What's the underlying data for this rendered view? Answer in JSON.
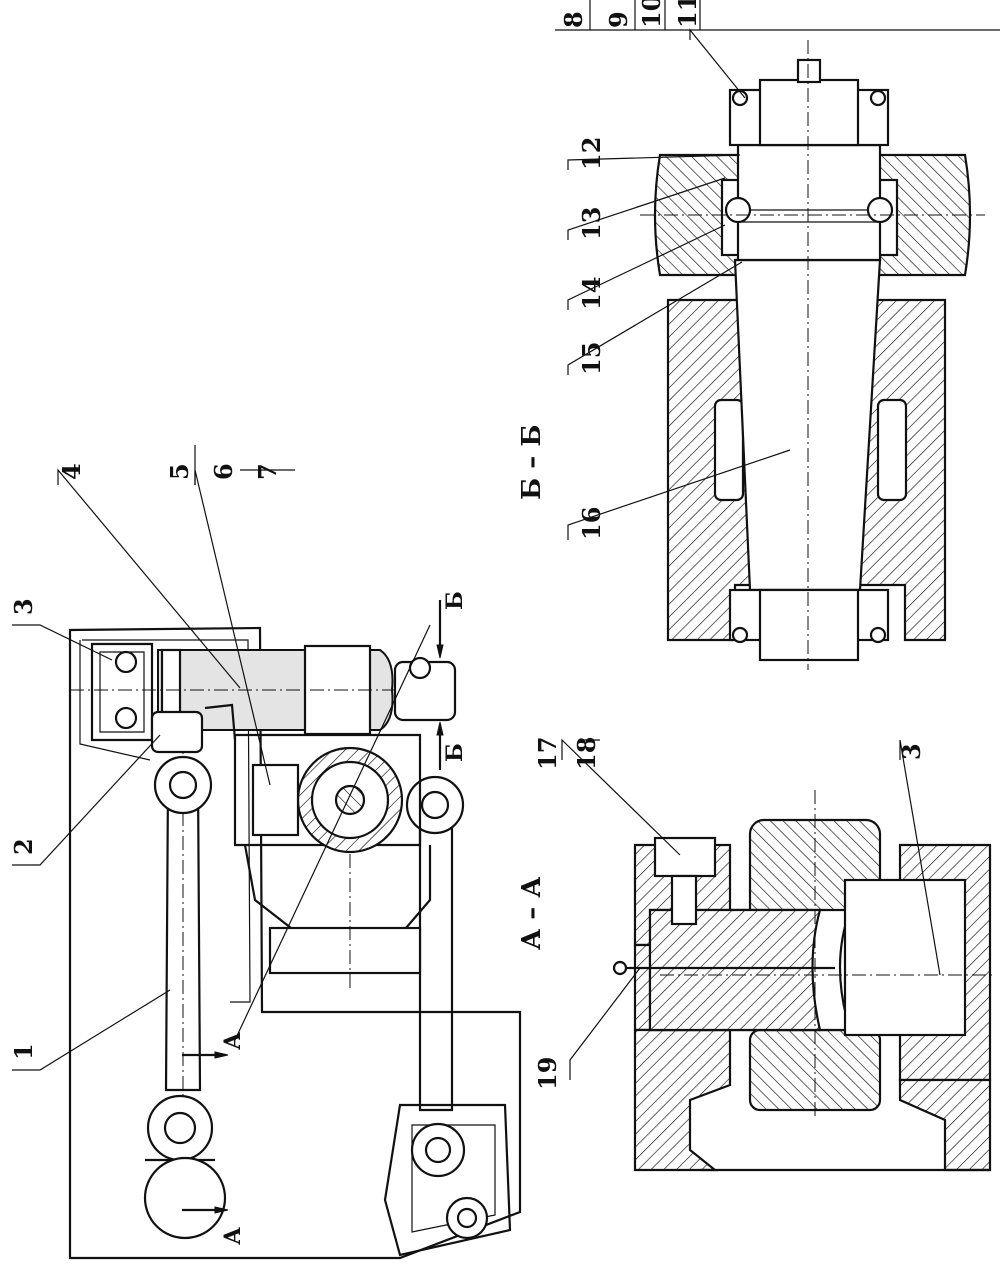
{
  "views": {
    "section_aa": "А – А",
    "section_bb": "Б – Б",
    "cut_a": "А",
    "cut_b": "Б"
  },
  "callouts": {
    "c1": "1",
    "c2": "2",
    "c3": "3",
    "c4": "4",
    "c5": "5",
    "c6": "6",
    "c7": "7",
    "c8": "8",
    "c9": "9",
    "c10": "10",
    "c11": "11",
    "c12": "12",
    "c13": "13",
    "c14": "14",
    "c15": "15",
    "c16": "16",
    "c17": "17",
    "c18": "18",
    "c19": "19",
    "c3b": "3"
  }
}
